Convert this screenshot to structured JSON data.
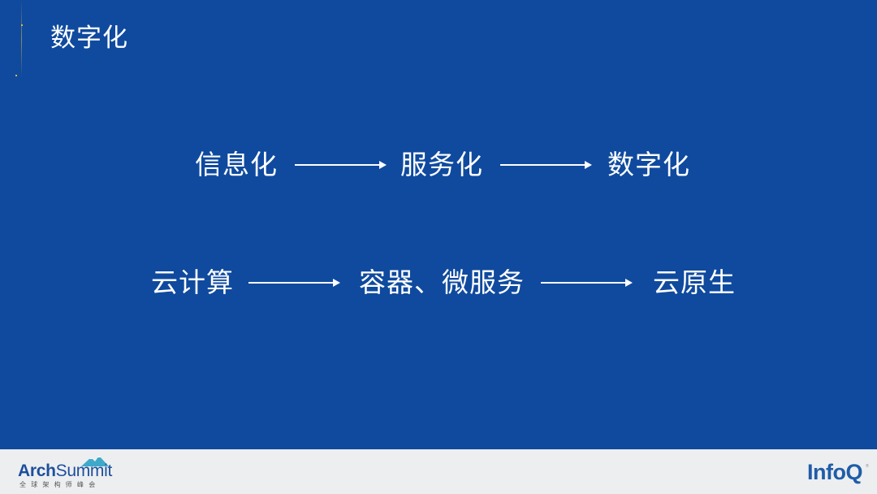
{
  "slide": {
    "title": "数字化",
    "background_color": "#0F4A9E",
    "rows": [
      {
        "nodes": [
          "信息化",
          "服务化",
          "数字化"
        ]
      },
      {
        "nodes": [
          "云计算",
          "容器、微服务",
          "云原生"
        ]
      }
    ]
  },
  "footer": {
    "arch_logo": {
      "word_arch": "Arch",
      "word_summit": "Summit",
      "subtitle": "全球架构师峰会",
      "icon": "mountain-icon"
    },
    "infoq_logo": {
      "word_info": "Info",
      "word_q": "Q",
      "superscript": "®"
    },
    "background_color": "#EDEEF0"
  }
}
